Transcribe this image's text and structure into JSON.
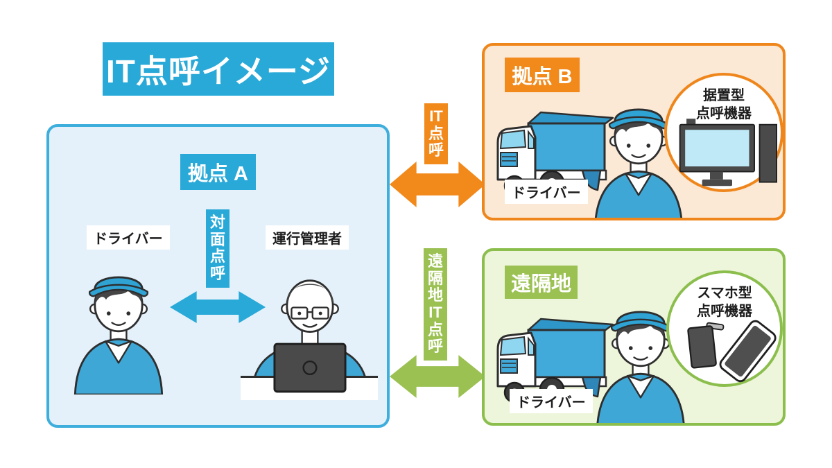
{
  "title": "IT点呼イメージ",
  "colors": {
    "blue": "#29A9D8",
    "blue_box_fill": "#E4F1FA",
    "blue_box_border": "#3EAEDC",
    "orange": "#F2891B",
    "orange_box_fill": "#FBE9D6",
    "orange_box_border": "#EF861C",
    "green": "#9BC153",
    "green_box_fill": "#EDF6DA",
    "green_box_border": "#8CBE4D"
  },
  "base_a": {
    "label": "拠点 A",
    "driver_label": "ドライバー",
    "manager_label": "運行管理者",
    "face_to_face_label_segments": [
      "対",
      "面",
      "点",
      "呼"
    ]
  },
  "it_rollcall": {
    "label_segments": [
      "IT",
      "点",
      "呼"
    ]
  },
  "remote_it_rollcall": {
    "label_segments": [
      "遠",
      "隔",
      "地",
      "IT",
      "点",
      "呼"
    ]
  },
  "base_b": {
    "label": "拠点 B",
    "driver_label": "ドライバー",
    "device_label_lines": [
      "据置型",
      "点呼機器"
    ],
    "device_icon": "desktop-rollcall-device-icon"
  },
  "remote_site": {
    "label": "遠隔地",
    "driver_label": "ドライバー",
    "device_label_lines": [
      "スマホ型",
      "点呼機器"
    ],
    "device_icon": "smartphone-rollcall-device-icon"
  }
}
